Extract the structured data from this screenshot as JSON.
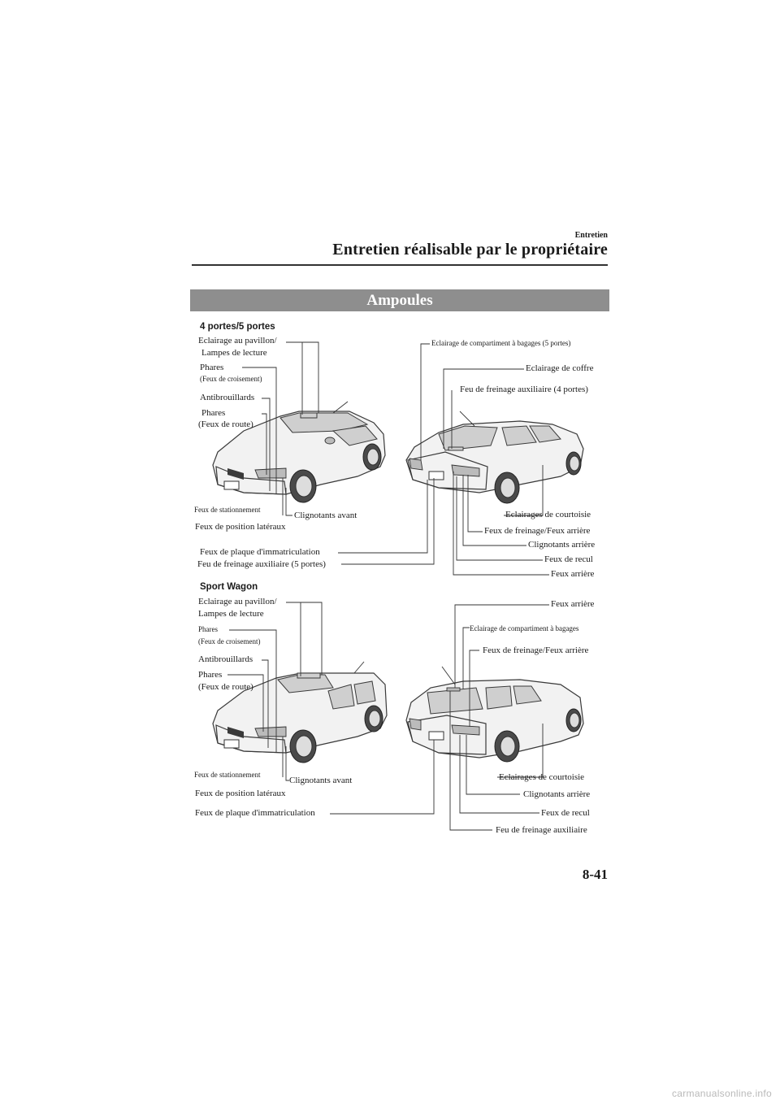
{
  "header": {
    "section": "Entretien",
    "title": "Entretien réalisable par le propriétaire"
  },
  "banner": {
    "title": "Ampoules"
  },
  "sedan": {
    "subtitle": "4 portes/5 portes",
    "labels": {
      "interior_lamp_1": "Eclairage au pavillon/",
      "interior_lamp_2": "Lampes de lecture",
      "headlight_low_1": "Phares",
      "headlight_low_2": "(Feux de croisement)",
      "fog": "Antibrouillards",
      "headlight_high_1": "Phares",
      "headlight_high_2": "(Feux de route)",
      "parking": "Feux de stationnement",
      "front_turn": "Clignotants avant",
      "side_marker": "Feux de position latéraux",
      "license": "Feux de plaque d'immatriculation",
      "high_brake_5d": "Feu de freinage auxiliaire (5 portes)",
      "luggage": "Eclairage de compartiment à bagages (5 portes)",
      "trunk": "Eclairage de coffre",
      "high_brake_4d": "Feu de freinage auxiliaire (4 portes)",
      "courtesy": "Eclairages de courtoisie",
      "brake_tail": "Feux de freinage/Feux arrière",
      "rear_turn": "Clignotants arrière",
      "reverse": "Feux de recul",
      "tail": "Feux arrière"
    }
  },
  "wagon": {
    "subtitle": "Sport Wagon",
    "labels": {
      "interior_lamp_1": "Eclairage au pavillon/",
      "interior_lamp_2": "Lampes de lecture",
      "headlight_low_1": "Phares",
      "headlight_low_2": "(Feux de croisement)",
      "fog": "Antibrouillards",
      "headlight_high_1": "Phares",
      "headlight_high_2": "(Feux de route)",
      "parking": "Feux de stationnement",
      "front_turn": "Clignotants avant",
      "side_marker": "Feux de position latéraux",
      "license": "Feux de plaque d'immatriculation",
      "tail": "Feux arrière",
      "luggage": "Eclairage de compartiment à bagages",
      "brake_tail": "Feux de freinage/Feux arrière",
      "courtesy": "Eclairages de courtoisie",
      "rear_turn": "Clignotants arrière",
      "reverse": "Feux de recul",
      "high_brake": "Feu de freinage auxiliaire"
    }
  },
  "footer": {
    "page_number": "8-41",
    "watermark": "carmanualsonline.info"
  }
}
